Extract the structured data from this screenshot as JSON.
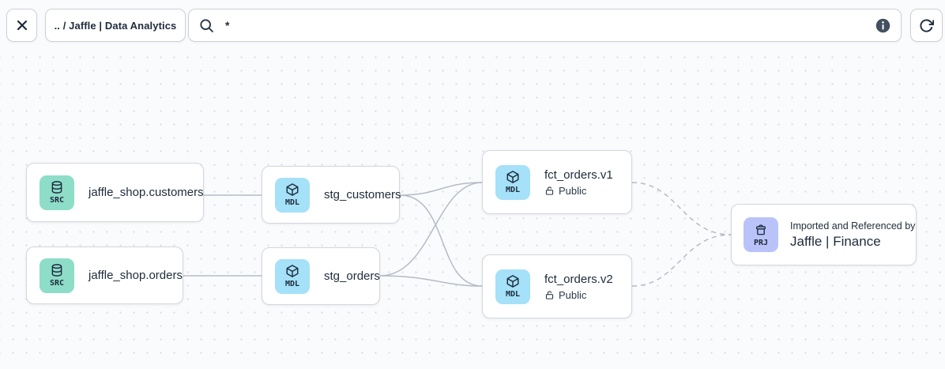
{
  "topbar": {
    "breadcrumb": ".. / Jaffle | Data Analytics",
    "search": {
      "value": "*"
    },
    "icons": {
      "close": "close-x",
      "search": "magnifier",
      "info": "info-circle",
      "refresh": "refresh-arrow"
    }
  },
  "nodes": [
    {
      "badge": "SRC",
      "icon": "database-icon",
      "title": "jaffle_shop.customers"
    },
    {
      "badge": "SRC",
      "icon": "database-icon",
      "title": "jaffle_shop.orders"
    },
    {
      "badge": "MDL",
      "icon": "cube-icon",
      "title": "stg_customers"
    },
    {
      "badge": "MDL",
      "icon": "cube-icon",
      "title": "stg_orders"
    },
    {
      "badge": "MDL",
      "icon": "cube-icon",
      "title": "fct_orders.v1",
      "access": "Public"
    },
    {
      "badge": "MDL",
      "icon": "cube-icon",
      "title": "fct_orders.v2",
      "access": "Public"
    },
    {
      "badge": "PRJ",
      "icon": "archive-box-icon",
      "subtitle": "Imported and Referenced by",
      "title": "Jaffle | Finance"
    }
  ],
  "edges": [
    {
      "from": "jaffle_shop.customers",
      "to": "stg_customers",
      "style": "solid"
    },
    {
      "from": "jaffle_shop.orders",
      "to": "stg_orders",
      "style": "solid"
    },
    {
      "from": "stg_customers",
      "to": "fct_orders.v1",
      "style": "solid"
    },
    {
      "from": "stg_customers",
      "to": "fct_orders.v2",
      "style": "solid"
    },
    {
      "from": "stg_orders",
      "to": "fct_orders.v1",
      "style": "solid"
    },
    {
      "from": "stg_orders",
      "to": "fct_orders.v2",
      "style": "solid"
    },
    {
      "from": "fct_orders.v1",
      "to": "Jaffle | Finance",
      "style": "dashed"
    },
    {
      "from": "fct_orders.v2",
      "to": "Jaffle | Finance",
      "style": "dashed"
    }
  ],
  "colors": {
    "canvas_bg": "#fafbfc",
    "dot": "#d9dbe0",
    "node_bg": "#ffffff",
    "node_border": "#d3d7de",
    "text_dark": "#1e2b3b",
    "src_badge_bg": "#8eddc9",
    "mdl_badge_bg": "#a5e1f8",
    "prj_badge_bg": "#b9c3f9",
    "edge": "#b5bbc7",
    "info_circle_bg": "#43505f"
  }
}
